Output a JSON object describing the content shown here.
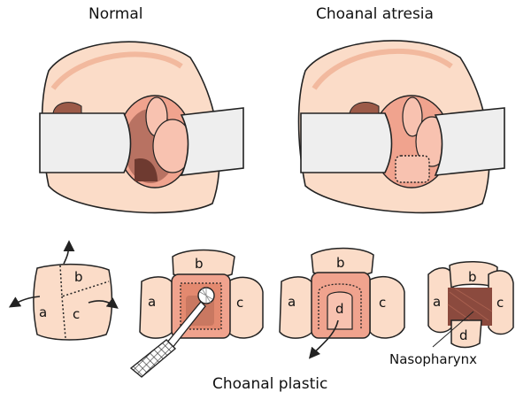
{
  "titles": {
    "left": "Normal",
    "right": "Choanal atresia",
    "bottom": "Choanal plastic"
  },
  "callouts": {
    "nasopharynx": "Nasopharynx"
  },
  "flap_labels": {
    "a": "a",
    "b": "b",
    "c": "c",
    "d": "d"
  },
  "colors": {
    "skin": "#fbdcc8",
    "skin_dark": "#f2b99e",
    "mucosa": "#f0a38e",
    "mucosa_light": "#f8c2b0",
    "cavity": "#8b4a3e",
    "speculum": "#eeeeee",
    "outline": "#222222"
  }
}
